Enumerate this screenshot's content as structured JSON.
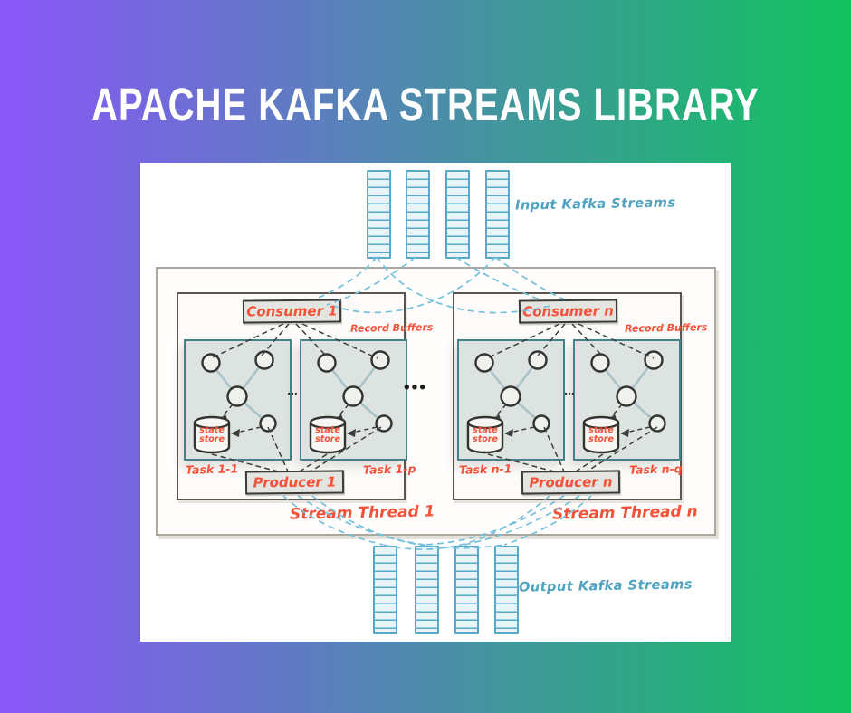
{
  "title": "APACHE KAFKA STREAMS LIBRARY",
  "input_streams": {
    "label": "Input Kafka Streams",
    "partition_count": 4
  },
  "output_streams": {
    "label": "Output Kafka Streams",
    "partition_count": 4
  },
  "ellipsis_between_threads": "•••",
  "ellipsis_between_tasks": "...",
  "state_store_label": "state\nstore",
  "threads": [
    {
      "consumer": "Consumer 1",
      "record_buffers": "Record Buffers",
      "task_left": "Task 1-1",
      "task_right": "Task 1-p",
      "producer": "Producer 1",
      "label": "Stream Thread 1"
    },
    {
      "consumer": "Consumer n",
      "record_buffers": "Record Buffers",
      "task_left": "Task n-1",
      "task_right": "Task n-q",
      "producer": "Producer n",
      "label": "Stream Thread n"
    }
  ],
  "colors": {
    "gradient_left": "#8a55f9",
    "gradient_right": "#10c35e",
    "accent_orange": "#f2533a",
    "teal_handwriting": "#4fa3c0",
    "partition_border": "#58a9c9",
    "task_border": "#47818a",
    "task_fill": "#dde3e0"
  }
}
